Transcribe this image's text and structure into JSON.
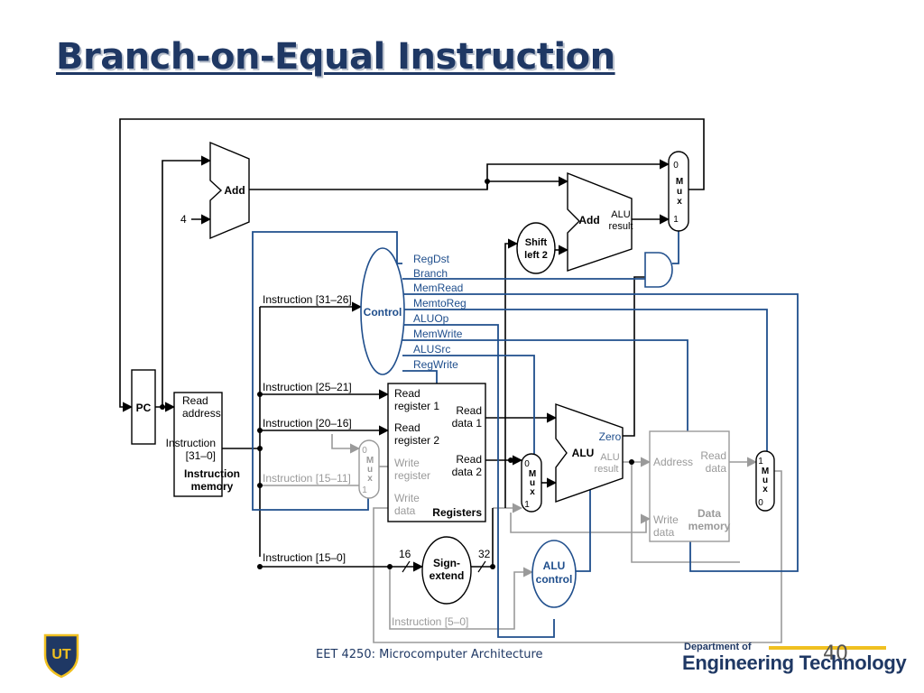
{
  "title": "Branch-on-Equal Instruction",
  "footer": {
    "course": "EET 4250: Microcomputer Architecture",
    "page": "40",
    "dept_line1": "Department of",
    "dept_line2": "Engineering Technology",
    "logo_text": "UT"
  },
  "colors": {
    "title": "#1f3864",
    "control_wire": "#1f4e8c",
    "grey_wire": "#9a9a9a",
    "gold": "#f0c020"
  },
  "diagram": {
    "pc": "PC",
    "add1": "Add",
    "add2": "Add",
    "four": "4",
    "alu_result_add": [
      "ALU",
      "result"
    ],
    "shift": [
      "Shift",
      "left 2"
    ],
    "control": "Control",
    "control_signals": [
      "RegDst",
      "Branch",
      "MemRead",
      "MemtoReg",
      "ALUOp",
      "MemWrite",
      "ALUSrc",
      "RegWrite"
    ],
    "imem": {
      "read_address": [
        "Read",
        "address"
      ],
      "instruction": [
        "Instruction",
        "[31–0]"
      ],
      "name": [
        "Instruction",
        "memory"
      ]
    },
    "instr_fields": {
      "f31_26": "Instruction [31–26]",
      "f25_21": "Instruction [25–21]",
      "f20_16": "Instruction [20–16]",
      "f15_11": "Instruction [15–11]",
      "f15_0": "Instruction [15–0]",
      "f5_0": "Instruction [5–0]"
    },
    "registers": {
      "read_reg1": [
        "Read",
        "register 1"
      ],
      "read_reg2": [
        "Read",
        "register 2"
      ],
      "write_reg": [
        "Write",
        "register"
      ],
      "write_data": [
        "Write",
        "data"
      ],
      "read_data1": [
        "Read",
        "data 1"
      ],
      "read_data2": [
        "Read",
        "data 2"
      ],
      "name": "Registers"
    },
    "mux_letters": [
      "M",
      "u",
      "x"
    ],
    "mux_zero": "0",
    "mux_one": "1",
    "sign_extend": [
      "Sign-",
      "extend"
    ],
    "bits_16": "16",
    "bits_32": "32",
    "alu": "ALU",
    "zero": "Zero",
    "alu_result": [
      "ALU",
      "result"
    ],
    "alu_control": [
      "ALU",
      "control"
    ],
    "dmem": {
      "address": "Address",
      "read_data": [
        "Read",
        "data"
      ],
      "write_data": [
        "Write",
        "data"
      ],
      "name": [
        "Data",
        "memory"
      ]
    }
  }
}
